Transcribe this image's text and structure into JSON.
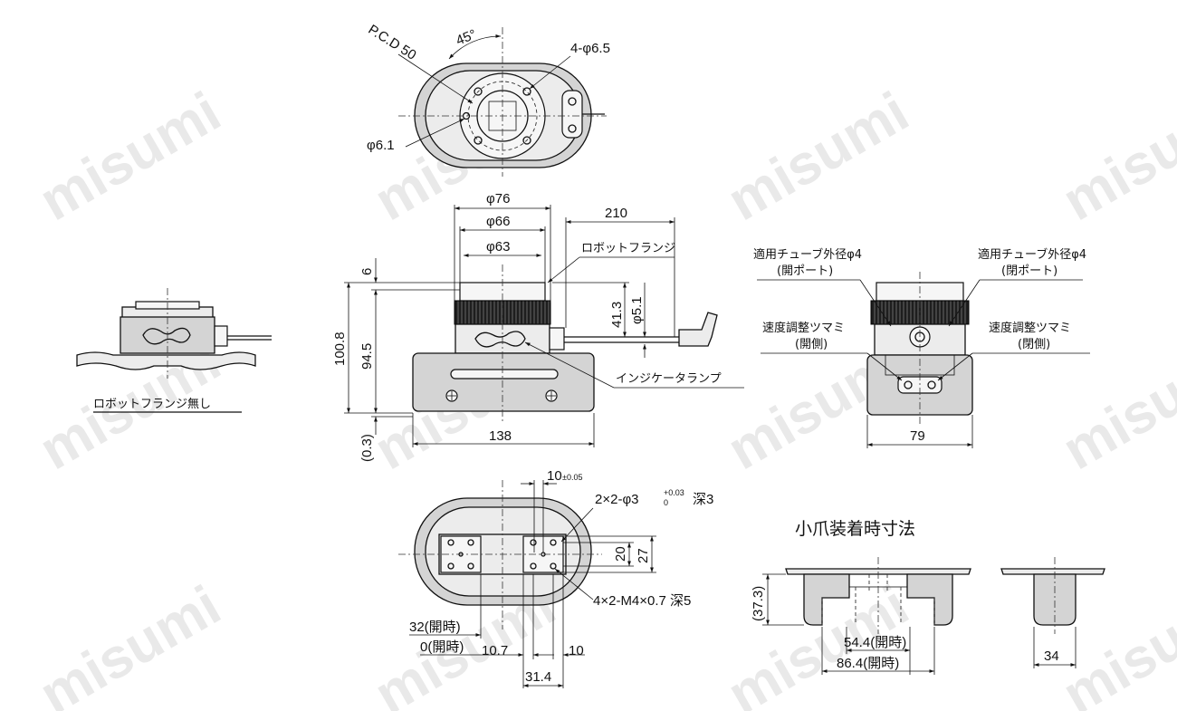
{
  "watermark": "misumi",
  "top_view": {
    "angle": "45°",
    "pcd": "P.C.D 50",
    "holes": "4-φ6.5",
    "pin_hole": "φ6.1"
  },
  "front_view": {
    "d76": "φ76",
    "d66": "φ66",
    "d63": "φ63",
    "len210": "210",
    "robot_flange": "ロボットフランジ",
    "h6": "6",
    "h100_8": "100.8",
    "h94_5": "94.5",
    "h41_3": "41.3",
    "d5_1": "φ5.1",
    "indicator_lamp": "インジケータランプ",
    "w138": "138",
    "gap03": "(0.3)"
  },
  "left_view": {
    "caption": "ロボットフランジ無し"
  },
  "side_view": {
    "tube_left_1": "適用チューブ外径φ4",
    "tube_left_2": "(開ポート)",
    "tube_right_1": "適用チューブ外径φ4",
    "tube_right_2": "(閉ポート)",
    "knob_left_1": "速度調整ツマミ",
    "knob_left_2": "(開側)",
    "knob_right_1": "速度調整ツマミ",
    "knob_right_2": "(閉側)",
    "w79": "79"
  },
  "bottom_view": {
    "tol_main": "10",
    "tol_sub": "±0.05",
    "pin_holes": "2×2-φ3",
    "pin_tol_upper": "+0.03",
    "pin_tol_lower": "0",
    "pin_depth": "深3",
    "h20": "20",
    "h27": "27",
    "tapped": "4×2-M4×0.7 深5",
    "open32": "32(開時)",
    "open0": "0(開時)",
    "d10_7": "10.7",
    "d10": "10",
    "d31_4": "31.4"
  },
  "small_jaw": {
    "title": "小爪装着時寸法",
    "h37_3": "(37.3)",
    "w54_4": "54.4(開時)",
    "w86_4": "86.4(開時)",
    "w34": "34"
  }
}
